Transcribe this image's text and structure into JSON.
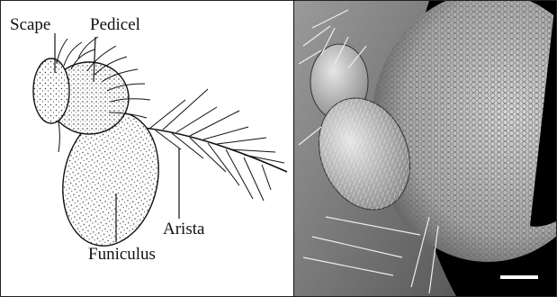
{
  "figure": {
    "labels": {
      "scape": "Scape",
      "pedicel": "Pedicel",
      "arista": "Arista",
      "funiculus": "Funiculus"
    }
  }
}
